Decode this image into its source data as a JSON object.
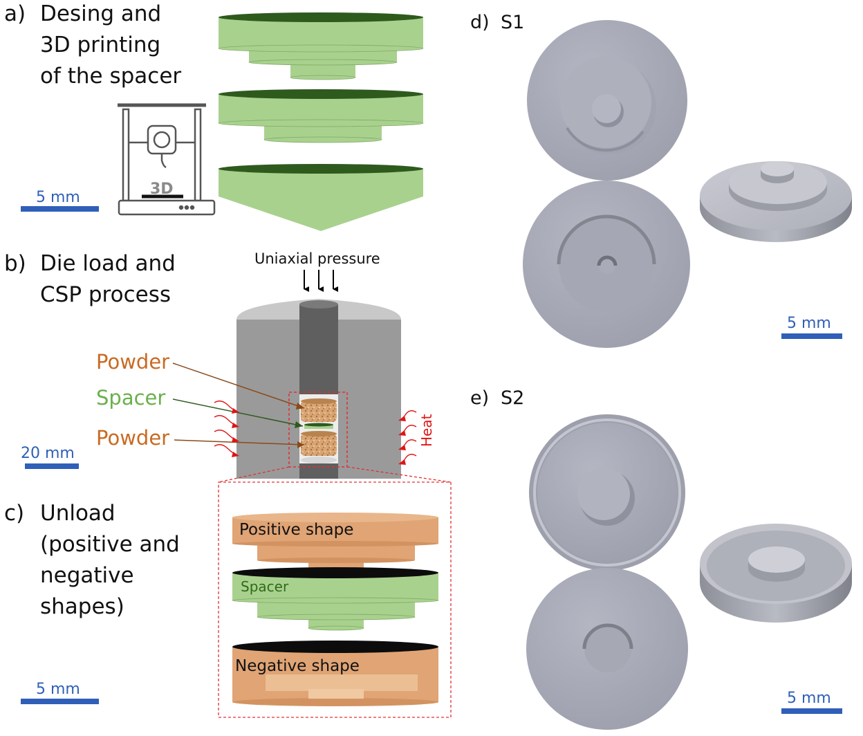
{
  "panels": {
    "a": {
      "letter": "a)",
      "lines": [
        "Desing and",
        "3D printing",
        "of the spacer"
      ],
      "scale": "5 mm",
      "printer_text": "3D"
    },
    "b": {
      "letter": "b)",
      "lines": [
        "Die load and",
        "CSP process"
      ],
      "scale": "20 mm",
      "pressure": "Uniaxial pressure",
      "powder_top": "Powder",
      "spacer": "Spacer",
      "powder_bottom": "Powder",
      "heat": "Heat"
    },
    "c": {
      "letter": "c)",
      "lines": [
        "Unload",
        "(positive and",
        "negative",
        "shapes)"
      ],
      "scale": "5 mm",
      "positive": "Positive shape",
      "spacer": "Spacer",
      "negative": "Negative shape"
    },
    "d": {
      "letter": "d)",
      "name": "S1",
      "scale": "5 mm"
    },
    "e": {
      "letter": "e)",
      "name": "S2",
      "scale": "5 mm"
    }
  },
  "colors": {
    "spacer_green": "#a9d18e",
    "spacer_dark": "#2e5a1e",
    "powder_orange": "#e0a475",
    "die_gray": "#9a9a9a",
    "scale_blue": "#2f5fb8",
    "heat_red": "#e01515",
    "render_gray": "#a7a9b6"
  }
}
